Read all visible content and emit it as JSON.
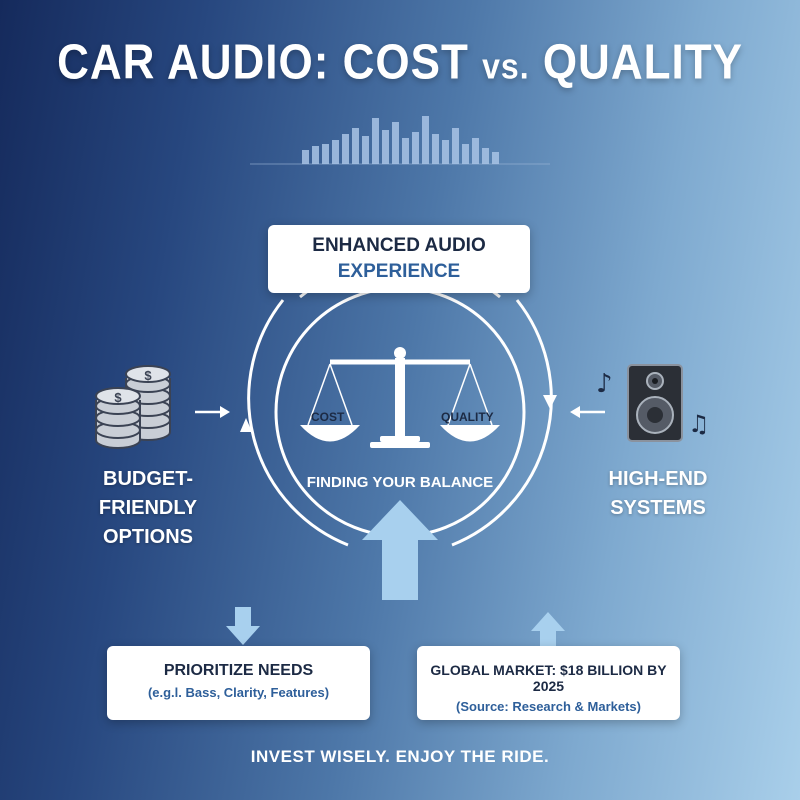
{
  "title": {
    "main": "CAR AUDIO: COST",
    "vs": "vs.",
    "end": "QUALITY"
  },
  "top_box": {
    "line1": "ENHANCED AUDIO",
    "line2": "EXPERIENCE"
  },
  "center": {
    "cost_label": "COST",
    "quality_label": "QUALITY",
    "caption": "FINDING YOUR BALANCE"
  },
  "left": {
    "line1": "BUDGET-FRIENDLY",
    "line2": "OPTIONS",
    "icon": "coin-stacks-icon"
  },
  "right": {
    "line1": "HIGH-END",
    "line2": "SYSTEMS",
    "icon": "speaker-icon"
  },
  "bottom_left": {
    "heading": "PRIORITIZE NEEDS",
    "sub": "(e.g.l. Bass, Clarity, Features)"
  },
  "bottom_right": {
    "heading": "GLOBAL MARKET: $18 BILLION BY 2025",
    "sub": "(Source: Research & Markets)"
  },
  "footer": "INVEST WISELY. ENJOY THE RIDE.",
  "colors": {
    "bg_dark": "#152a5c",
    "bg_light": "#a9cfea",
    "accent_blue": "#2e5f9a",
    "arrow_light": "#a8d0ee"
  }
}
